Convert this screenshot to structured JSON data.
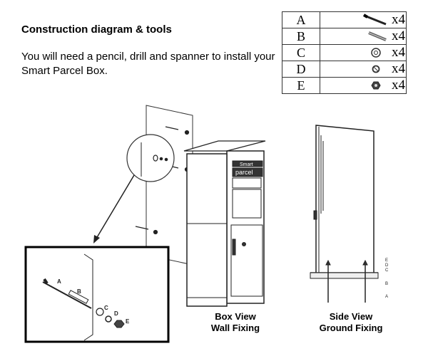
{
  "heading": "Construction diagram & tools",
  "intro": "You will need a pencil, drill and spanner to install your Smart Parcel Box.",
  "parts_table": [
    {
      "letter": "A",
      "icon": "long-screw-icon",
      "qty": "x4"
    },
    {
      "letter": "B",
      "icon": "wall-plug-icon",
      "qty": "x4"
    },
    {
      "letter": "C",
      "icon": "washer-icon",
      "qty": "x4"
    },
    {
      "letter": "D",
      "icon": "spring-washer-icon",
      "qty": "x4"
    },
    {
      "letter": "E",
      "icon": "nut-icon",
      "qty": "x4"
    }
  ],
  "box_labels": {
    "top": "Smart",
    "bottom": "parcel"
  },
  "detail_labels": {
    "a": "A",
    "b": "B",
    "c": "C",
    "d": "D",
    "e": "E"
  },
  "side_labels": {
    "e": "E",
    "d": "D",
    "c": "C",
    "b": "B",
    "a": "A"
  },
  "captions": {
    "box_view_1": "Box View",
    "box_view_2": "Wall Fixing",
    "side_view_1": "Side View",
    "side_view_2": "Ground Fixing"
  }
}
